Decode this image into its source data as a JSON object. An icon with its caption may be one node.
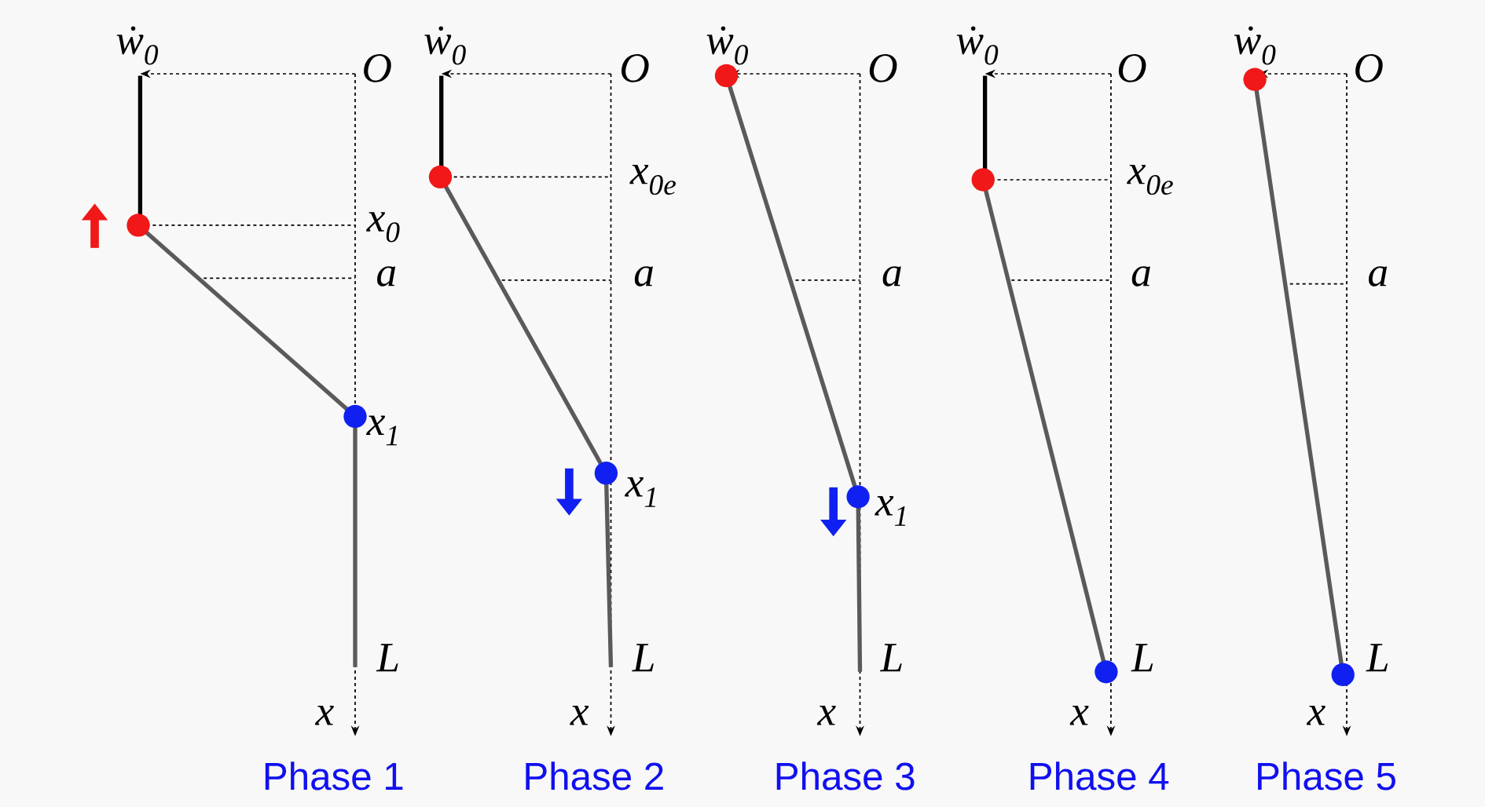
{
  "diagram": {
    "labels": [
      "ẇ$_{0}$",
      "O",
      "x$_{0}$",
      "a",
      "x$_{1}$",
      "L",
      "x",
      "Phase 1",
      "ẇ$_{0}$",
      "O",
      "x$_{0e}$",
      "a",
      "x$_{1}$",
      "L",
      "x",
      "Phase 2",
      "ẇ$_{0}$",
      "O",
      "a",
      "x$_{1}$",
      "L",
      "x",
      "Phase 3",
      "ẇ$_{0}$",
      "O",
      "x$_{0e}$",
      "a",
      "L",
      "x",
      "Phase 4",
      "ẇ$_{0}$",
      "O",
      "a",
      "L",
      "x",
      "Phase 5"
    ]
  }
}
